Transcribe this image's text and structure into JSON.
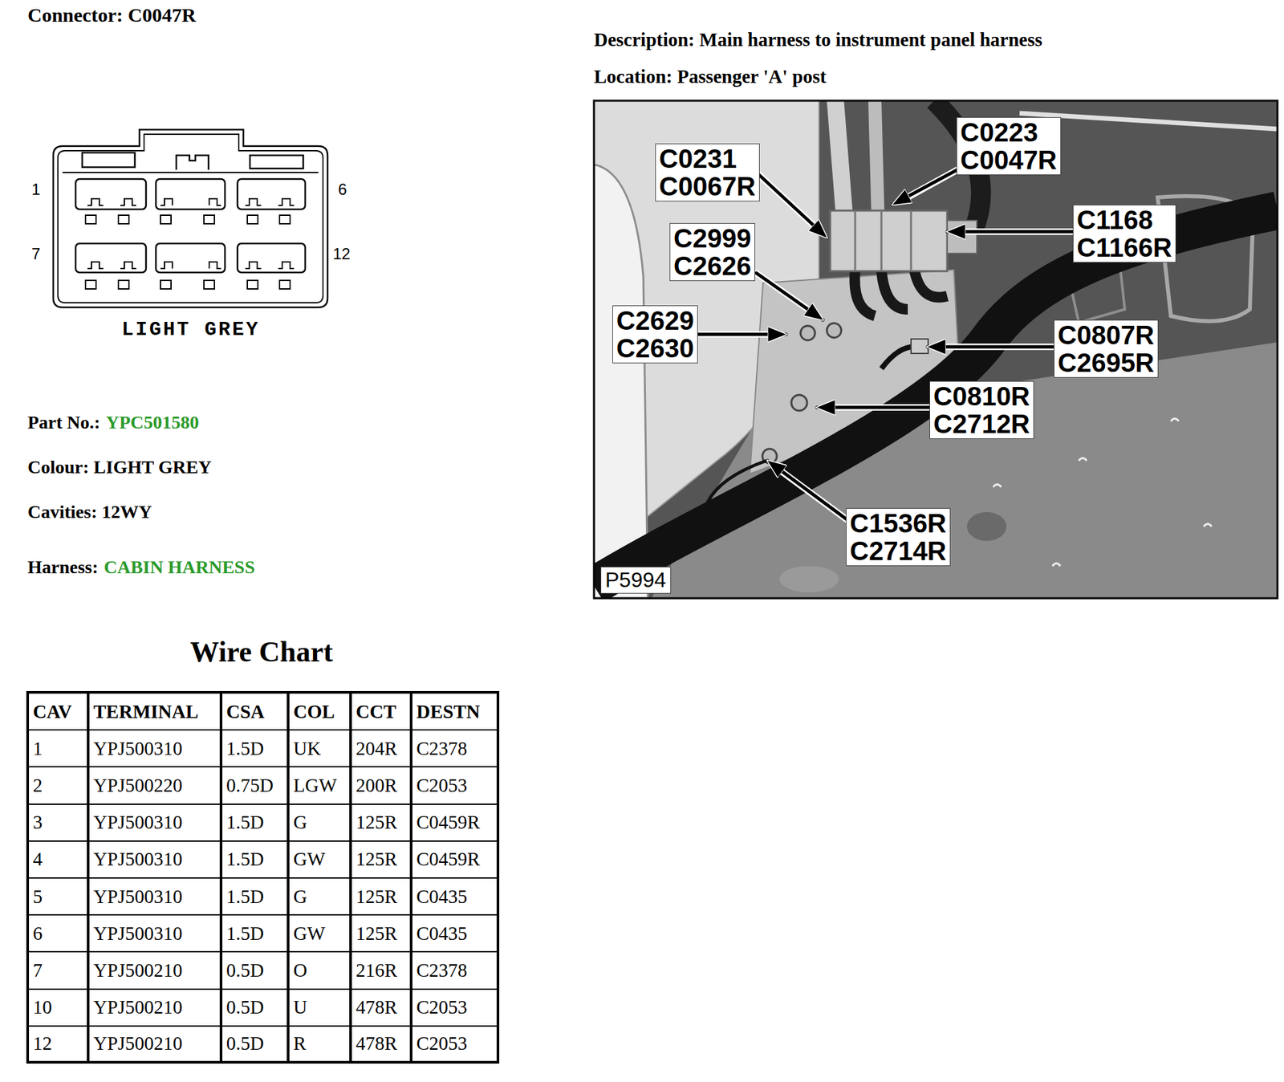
{
  "diagram": {
    "title": "Connector: C0047R",
    "labels": [
      "Description: Main harness to instrument panel harness",
      "Location: Passenger 'A' post",
      "1",
      "6",
      "7",
      "12",
      "LIGHT GREY",
      "Part No.:",
      "YPC501580",
      "Colour: LIGHT GREY",
      "Cavities: 12WY",
      "Harness:",
      "CABIN HARNESS",
      "Wire Chart",
      "CAV",
      "TERMINAL",
      "CSA",
      "COL",
      "CCT",
      "DESTN",
      "1",
      "YPJ500310",
      "1.5D",
      "UK",
      "204R",
      "C2378",
      "2",
      "YPJ500220",
      "0.75D",
      "LGW",
      "200R",
      "C2053",
      "3",
      "YPJ500310",
      "1.5D",
      "G",
      "125R",
      "C0459R",
      "4",
      "YPJ500310",
      "1.5D",
      "GW",
      "125R",
      "C0459R",
      "5",
      "YPJ500310",
      "1.5D",
      "G",
      "125R",
      "C0435",
      "6",
      "YPJ500310",
      "1.5D",
      "GW",
      "125R",
      "C0435",
      "7",
      "YPJ500210",
      "0.5D",
      "O",
      "216R",
      "C2378",
      "10",
      "YPJ500210",
      "0.5D",
      "U",
      "478R",
      "C2053",
      "12",
      "YPJ500210",
      "0.5D",
      "R",
      "478R",
      "C2053",
      "C0231 C0067R",
      "C0223 C0047R",
      "C2999 C2626",
      "C1168 C1166R",
      "C2629 C2630",
      "C0807R C2695R",
      "C0810R C2712R",
      "C1536R C2714R",
      "P5994"
    ]
  }
}
